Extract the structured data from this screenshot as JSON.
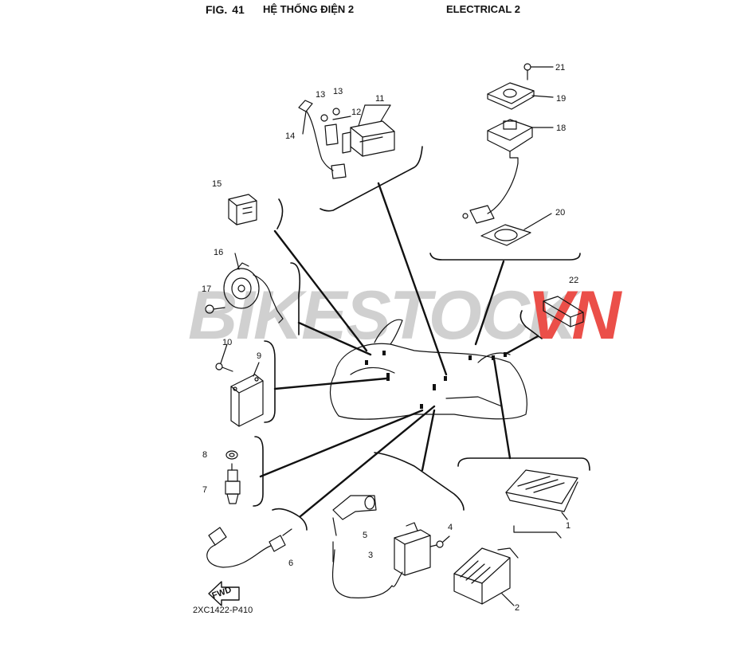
{
  "header": {
    "fig_label": "FIG.",
    "fig_number": "41",
    "title_vn": "HỆ THỐNG ĐIỆN 2",
    "title_en": "ELECTRICAL 2"
  },
  "callouts": [
    "1",
    "2",
    "3",
    "4",
    "5",
    "6",
    "7",
    "8",
    "9",
    "10",
    "11",
    "12",
    "13",
    "13",
    "14",
    "15",
    "16",
    "17",
    "18",
    "19",
    "20",
    "21",
    "22"
  ],
  "fwd_label": "FWD",
  "diagram_code": "2XC1422-P410",
  "watermark": {
    "text_main": "BIKESTOCK",
    "text_accent": "VN",
    "color_main": "#c8c8c8",
    "color_accent": "#e8312a"
  },
  "colors": {
    "line": "#111111",
    "background": "#ffffff"
  }
}
